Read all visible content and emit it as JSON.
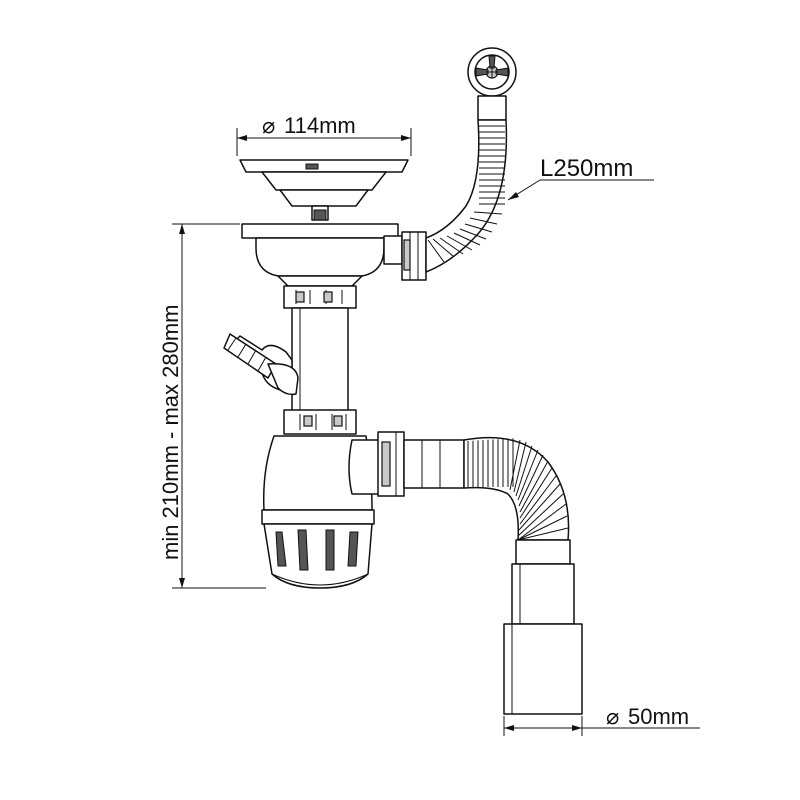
{
  "diagram": {
    "labels": {
      "strainer_diameter": "114mm",
      "overflow_length": "L250mm",
      "height_range": "min 210mm - max 280mm",
      "outlet_diameter": "50mm"
    },
    "diameter_symbol": "⌀",
    "colors": {
      "line": "#111111",
      "fill": "#ffffff",
      "shade": "#c9c9c9"
    }
  }
}
